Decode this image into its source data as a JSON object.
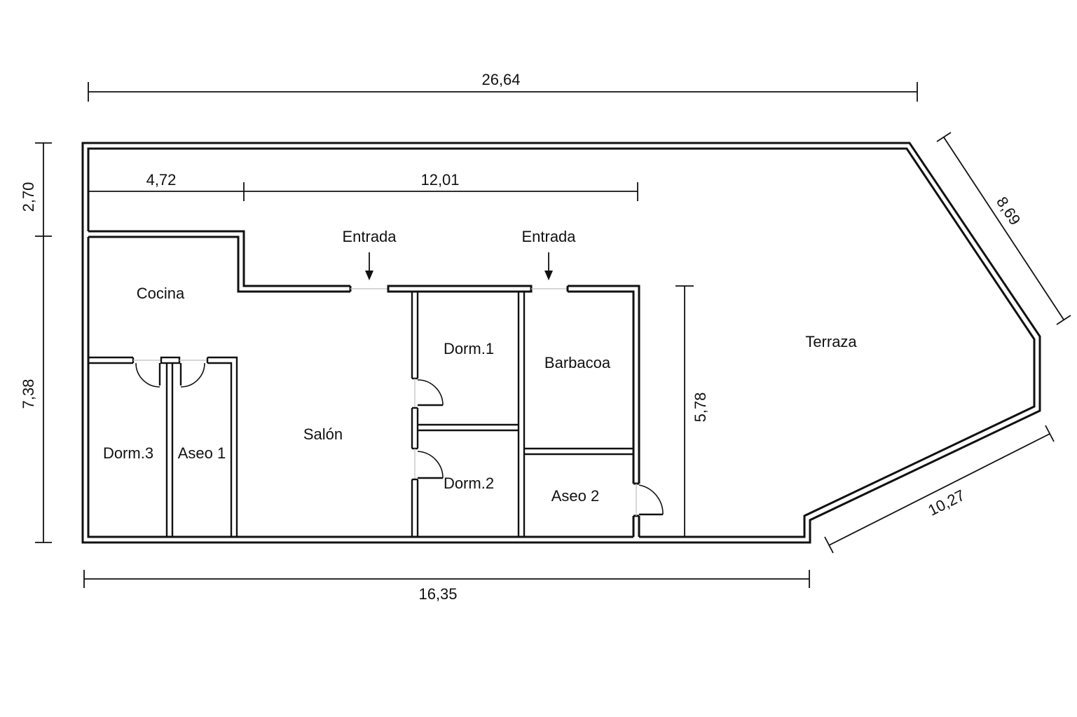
{
  "rooms": {
    "cocina": "Cocina",
    "salon": "Salón",
    "dorm1": "Dorm.1",
    "dorm2": "Dorm.2",
    "dorm3": "Dorm.3",
    "aseo1": "Aseo 1",
    "aseo2": "Aseo 2",
    "barbacoa": "Barbacoa",
    "terraza": "Terraza"
  },
  "entrances": {
    "left": "Entrada",
    "right": "Entrada"
  },
  "dimensions": {
    "total_top": "26,64",
    "top_left_segment": "4,72",
    "top_mid_segment": "12,01",
    "left_upper": "2,70",
    "left_lower": "7,38",
    "terrace_height": "5,78",
    "diagonal_upper": "8,69",
    "diagonal_lower": "10,27",
    "total_bottom": "16,35"
  }
}
